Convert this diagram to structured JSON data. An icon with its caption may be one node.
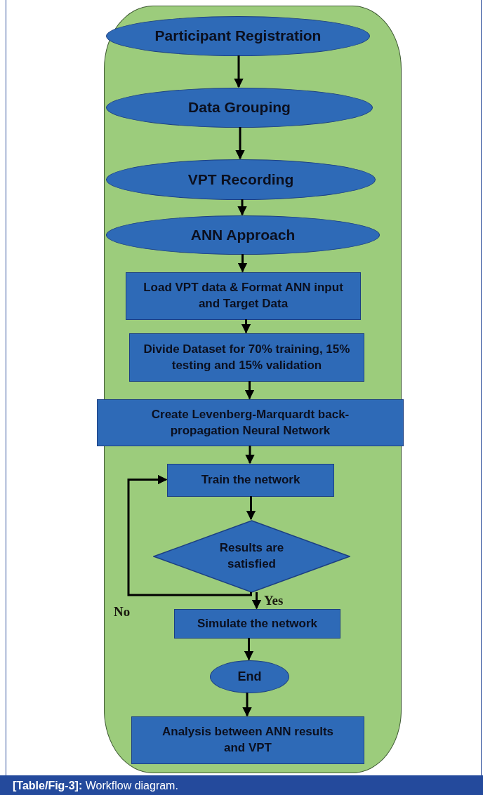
{
  "diagram": {
    "caption": "**[Table/Fig-3]:** Workflow diagram.",
    "nodes": [
      {
        "text": [],
        "shape": "box"
      },
      {
        "text": [
          "Participant Registration"
        ],
        "in": 0
      },
      {
        "text": [
          "Data Grouping"
        ],
        "in": 0
      },
      {
        "text": [
          "VPT Recording"
        ],
        "in": 0
      },
      {
        "text": [
          "ANN Approach"
        ],
        "in": 0
      },
      {
        "text": [
          "Load VPT data & Format ANN input and Target Data"
        ],
        "in": 0
      },
      {
        "text": [
          "Divide Dataset for 70% training, 15% testing and 15% validation"
        ],
        "in": 0
      },
      {
        "text": [
          "Create Levenberg-Marquardt back-propagation Neural Network"
        ],
        "in": 0
      },
      {
        "text": [
          "Train the network"
        ],
        "in": 0
      },
      {
        "text": [
          "Results are satisfied"
        ],
        "in": 0
      },
      {
        "text": [
          "Simulate the network"
        ],
        "in": 0
      },
      {
        "text": [
          "End"
        ],
        "in": 0
      },
      {
        "text": [
          "Analysis between ANN results and VPT"
        ],
        "in": 0
      }
    ],
    "edges": [
      {
        "from": 1,
        "to": 2,
        "arrow": "to"
      },
      {
        "from": 2,
        "to": 3,
        "arrow": "to"
      },
      {
        "from": 3,
        "to": 4,
        "arrow": "to"
      },
      {
        "from": 4,
        "to": 5,
        "arrow": "to"
      },
      {
        "from": 5,
        "to": 6,
        "arrow": "to"
      },
      {
        "from": 6,
        "to": 7,
        "arrow": "to"
      },
      {
        "from": 7,
        "to": 8,
        "arrow": "to"
      },
      {
        "from": 8,
        "to": 9,
        "arrow": "to"
      },
      {
        "from": 9,
        "to": 10,
        "label": "Yes",
        "arrow": "to"
      },
      {
        "from": 9,
        "to": 8,
        "label": "No",
        "arrow": "to"
      },
      {
        "from": 10,
        "to": 11,
        "arrow": "to"
      },
      {
        "from": 11,
        "to": 12,
        "arrow": "to"
      }
    ]
  }
}
